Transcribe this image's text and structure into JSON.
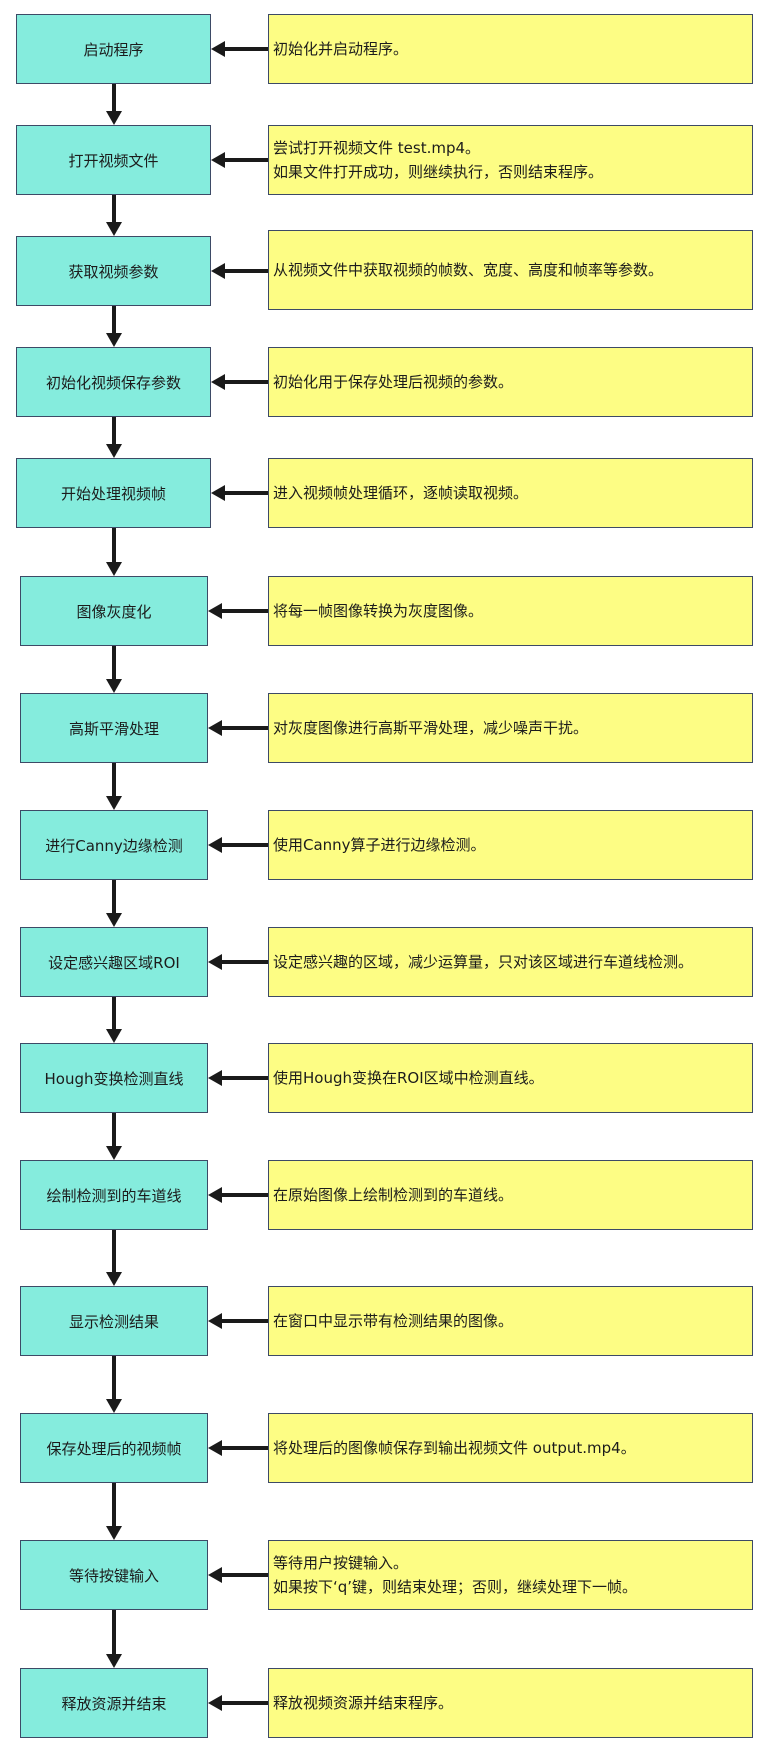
{
  "diagram": {
    "type": "flowchart",
    "colors": {
      "step_fill": "#85ecdd",
      "note_fill": "#fdfd84",
      "border": "#3d4a66",
      "arrow": "#1a1a1a"
    },
    "steps": [
      {
        "label": "启动程序",
        "note": [
          "初始化并启动程序。"
        ]
      },
      {
        "label": "打开视频文件",
        "note": [
          "尝试打开视频文件 test.mp4。",
          "如果文件打开成功，则继续执行，否则结束程序。"
        ]
      },
      {
        "label": "获取视频参数",
        "note": [
          "从视频文件中获取视频的帧数、宽度、高度和帧率等参数。"
        ]
      },
      {
        "label": "初始化视频保存参数",
        "note": [
          "初始化用于保存处理后视频的参数。"
        ]
      },
      {
        "label": "开始处理视频帧",
        "note": [
          "进入视频帧处理循环，逐帧读取视频。"
        ]
      },
      {
        "label": "图像灰度化",
        "note": [
          "将每一帧图像转换为灰度图像。"
        ]
      },
      {
        "label": "高斯平滑处理",
        "note": [
          "对灰度图像进行高斯平滑处理，减少噪声干扰。"
        ]
      },
      {
        "label": "进行Canny边缘检测",
        "note": [
          "使用Canny算子进行边缘检测。"
        ]
      },
      {
        "label": "设定感兴趣区域ROI",
        "note": [
          "设定感兴趣的区域，减少运算量，只对该区域进行车道线检测。"
        ]
      },
      {
        "label": "Hough变换检测直线",
        "note": [
          "使用Hough变换在ROI区域中检测直线。"
        ]
      },
      {
        "label": "绘制检测到的车道线",
        "note": [
          "在原始图像上绘制检测到的车道线。"
        ]
      },
      {
        "label": "显示检测结果",
        "note": [
          "在窗口中显示带有检测结果的图像。"
        ]
      },
      {
        "label": "保存处理后的视频帧",
        "note": [
          "将处理后的图像帧保存到输出视频文件 output.mp4。"
        ]
      },
      {
        "label": "等待按键输入",
        "note": [
          "等待用户按键输入。",
          "如果按下‘q’键，则结束处理；否则，继续处理下一帧。"
        ]
      },
      {
        "label": "释放资源并结束",
        "note": [
          "释放视频资源并结束程序。"
        ]
      }
    ]
  }
}
